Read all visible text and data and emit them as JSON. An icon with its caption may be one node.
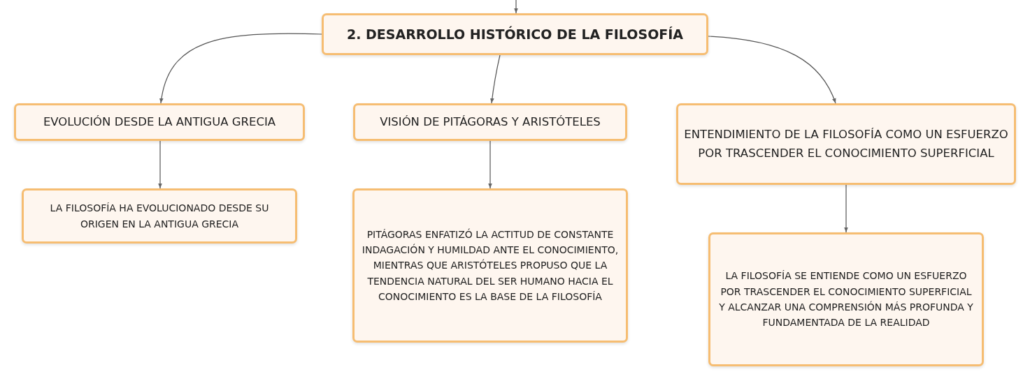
{
  "diagram": {
    "nodes": [
      {
        "text": [
          "2. DESARROLLO HISTÓRICO DE LA FILOSOFÍA"
        ]
      },
      {
        "text": [
          "EVOLUCIÓN DESDE LA ANTIGUA GRECIA"
        ]
      },
      {
        "text": [
          "VISIÓN DE PITÁGORAS Y ARISTÓTELES"
        ]
      },
      {
        "text": [
          "ENTENDIMIENTO DE LA FILOSOFÍA COMO UN ESFUERZO POR TRASCENDER EL CONOCIMIENTO SUPERFICIAL"
        ]
      },
      {
        "text": [
          "LA FILOSOFÍA HA EVOLUCIONADO DESDE SU ORIGEN EN LA ANTIGUA GRECIA"
        ]
      },
      {
        "text": [
          "PITÁGORAS ENFATIZÓ LA ACTITUD DE CONSTANTE INDAGACIÓN Y HUMILDAD ANTE EL CONOCIMIENTO, MIENTRAS QUE ARISTÓTELES PROPUSO QUE LA TENDENCIA NATURAL DEL SER HUMANO HACIA EL CONOCIMIENTO ES LA BASE DE LA FILOSOFÍA"
        ]
      },
      {
        "text": [
          "LA FILOSOFÍA SE ENTIENDE COMO UN ESFUERZO POR TRASCENDER EL CONOCIMIENTO SUPERFICIAL Y ALCANZAR UNA COMPRENSIÓN MÁS PROFUNDA Y FUNDAMENTADA DE LA REALIDAD"
        ]
      }
    ],
    "edges": [
      {
        "from": null,
        "to": 0,
        "arrow": "to"
      },
      {
        "from": 0,
        "to": 1,
        "arrow": "to"
      },
      {
        "from": 0,
        "to": 2,
        "arrow": "to"
      },
      {
        "from": 0,
        "to": 3,
        "arrow": "to"
      },
      {
        "from": 1,
        "to": 4,
        "arrow": "to"
      },
      {
        "from": 2,
        "to": 5,
        "arrow": "to"
      },
      {
        "from": 3,
        "to": 6,
        "arrow": "to"
      }
    ]
  }
}
